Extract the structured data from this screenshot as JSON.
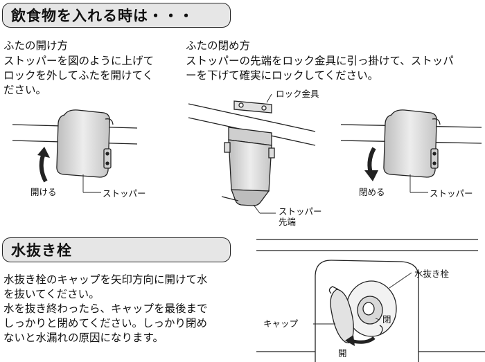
{
  "section1": {
    "title": "飲食物を入れる時は・・・",
    "open": {
      "heading": "ふたの開け方",
      "body": "ストッパーを図のように上げて\nロックを外してふたを開けてく\nださい。"
    },
    "close": {
      "heading": "ふたの閉め方",
      "body": "ストッパーの先端をロック金具に引っ掛けて、ストッパ\nーを下げて確実にロックしてください。"
    },
    "labels": {
      "open_arrow": "開ける",
      "stopper_1": "ストッパー",
      "lock_bracket": "ロック金具",
      "stopper_tip": "ストッパー\n先端",
      "close_arrow": "閉める",
      "stopper_2": "ストッパー"
    }
  },
  "section2": {
    "title": "水抜き栓",
    "body": "水抜き栓のキャップを矢印方向に開けて水\nを抜いてください。\n水を抜き終わったら、キャップを最後まで\nしっかりと閉めてください。しっかり閉め\nないと水漏れの原因になります。",
    "labels": {
      "drain_plug": "水抜き栓",
      "cap": "キャップ",
      "close": "閉",
      "open": "開"
    }
  },
  "colors": {
    "header_bg": "#e6e6e6",
    "panel_fill": "#d9d9d9",
    "line": "#222222"
  }
}
